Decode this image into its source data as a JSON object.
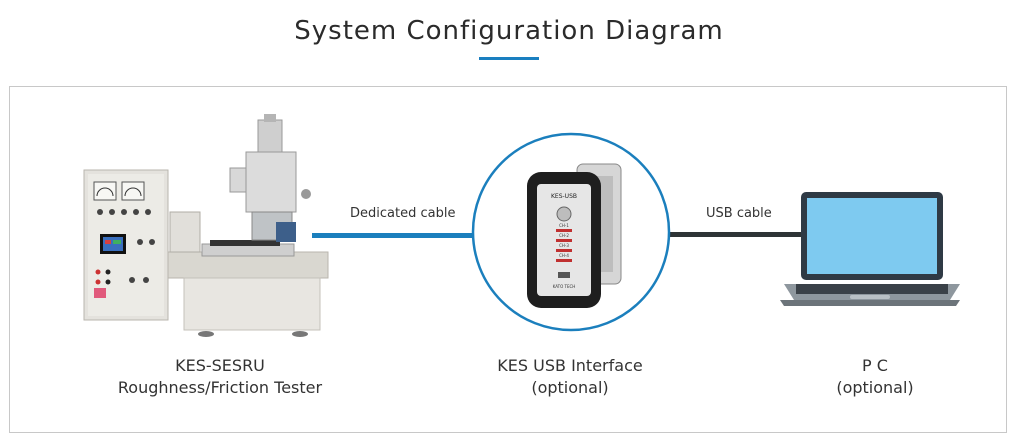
{
  "title": "System Configuration Diagram",
  "cables": {
    "dedicated_label": "Dedicated cable",
    "usb_label": "USB cable"
  },
  "devices": {
    "tester": {
      "line1": "KES-SESRU",
      "line2": "Roughness/Friction Tester"
    },
    "interface": {
      "line1": "KES USB Interface",
      "line2": "(optional)"
    },
    "pc": {
      "line1": "P C",
      "line2": "(optional)"
    }
  },
  "interface_panel_text": {
    "brand": "KES-USB",
    "ch1": "CH-1",
    "ch2": "CH-2",
    "ch3": "CH-3",
    "ch4": "CH-4",
    "maker": "KATO TECH"
  },
  "colors": {
    "accent": "#1a7fc0",
    "dedicated_cable": "#1b7fbd",
    "usb_cable": "#2e3436",
    "frame_border": "#c8c8c8"
  }
}
